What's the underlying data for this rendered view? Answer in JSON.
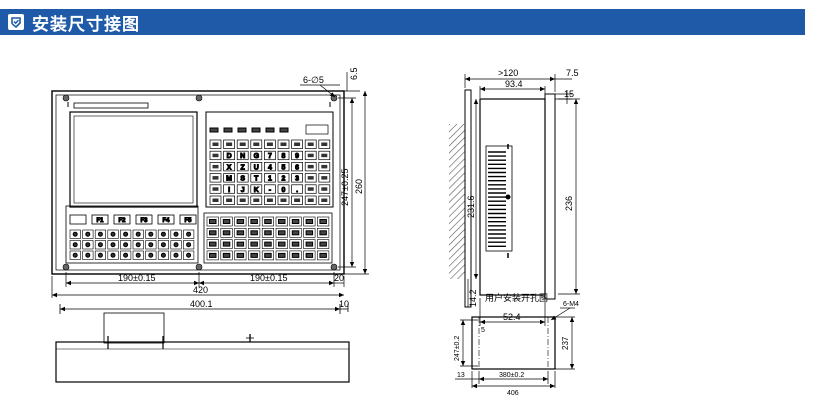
{
  "header": {
    "title": "安装尺寸接图",
    "icon": "check-shield-icon",
    "bg_color": "#1e5aa8"
  },
  "front_view": {
    "hole_note": "6-∅5",
    "dim_top_right": "6.5",
    "dim_height_tol": "247±0.25",
    "dim_height": "260",
    "dim_left_span": "190±0.15",
    "dim_right_span": "190±0.15",
    "dim_right_margin": "20",
    "dim_width": "420",
    "keys": {
      "soft_keys": [
        "F1",
        "F2",
        "F3",
        "F4",
        "F5"
      ],
      "panel_letters": [
        [
          "D",
          "N",
          "G",
          "7",
          "8",
          "9"
        ],
        [
          "X",
          "Z",
          "U",
          "4",
          "5",
          "6"
        ],
        [
          "M",
          "S",
          "T",
          "1",
          "2",
          "3"
        ],
        [
          "I",
          "J",
          "K",
          "-",
          "0",
          "."
        ]
      ]
    }
  },
  "bottom_view": {
    "dim_width": "400.1",
    "dim_side": "10"
  },
  "side_view": {
    "dim_top_total": ">120",
    "dim_top_offset": "7.5",
    "dim_top_depth": "93.4",
    "dim_top_small": "15",
    "dim_inner_height": "231.6",
    "dim_height": "236",
    "dim_bottom_small": "14.2",
    "dim_bottom_depth": "52.4"
  },
  "cutout": {
    "title": "用户安装开孔图",
    "hole_note": "6-M4",
    "dim_left_tol": "247±0.2",
    "dim_small": "5",
    "dim_height": "237",
    "dim_margin": "13",
    "dim_span": "380±0.2",
    "dim_width": "406"
  }
}
